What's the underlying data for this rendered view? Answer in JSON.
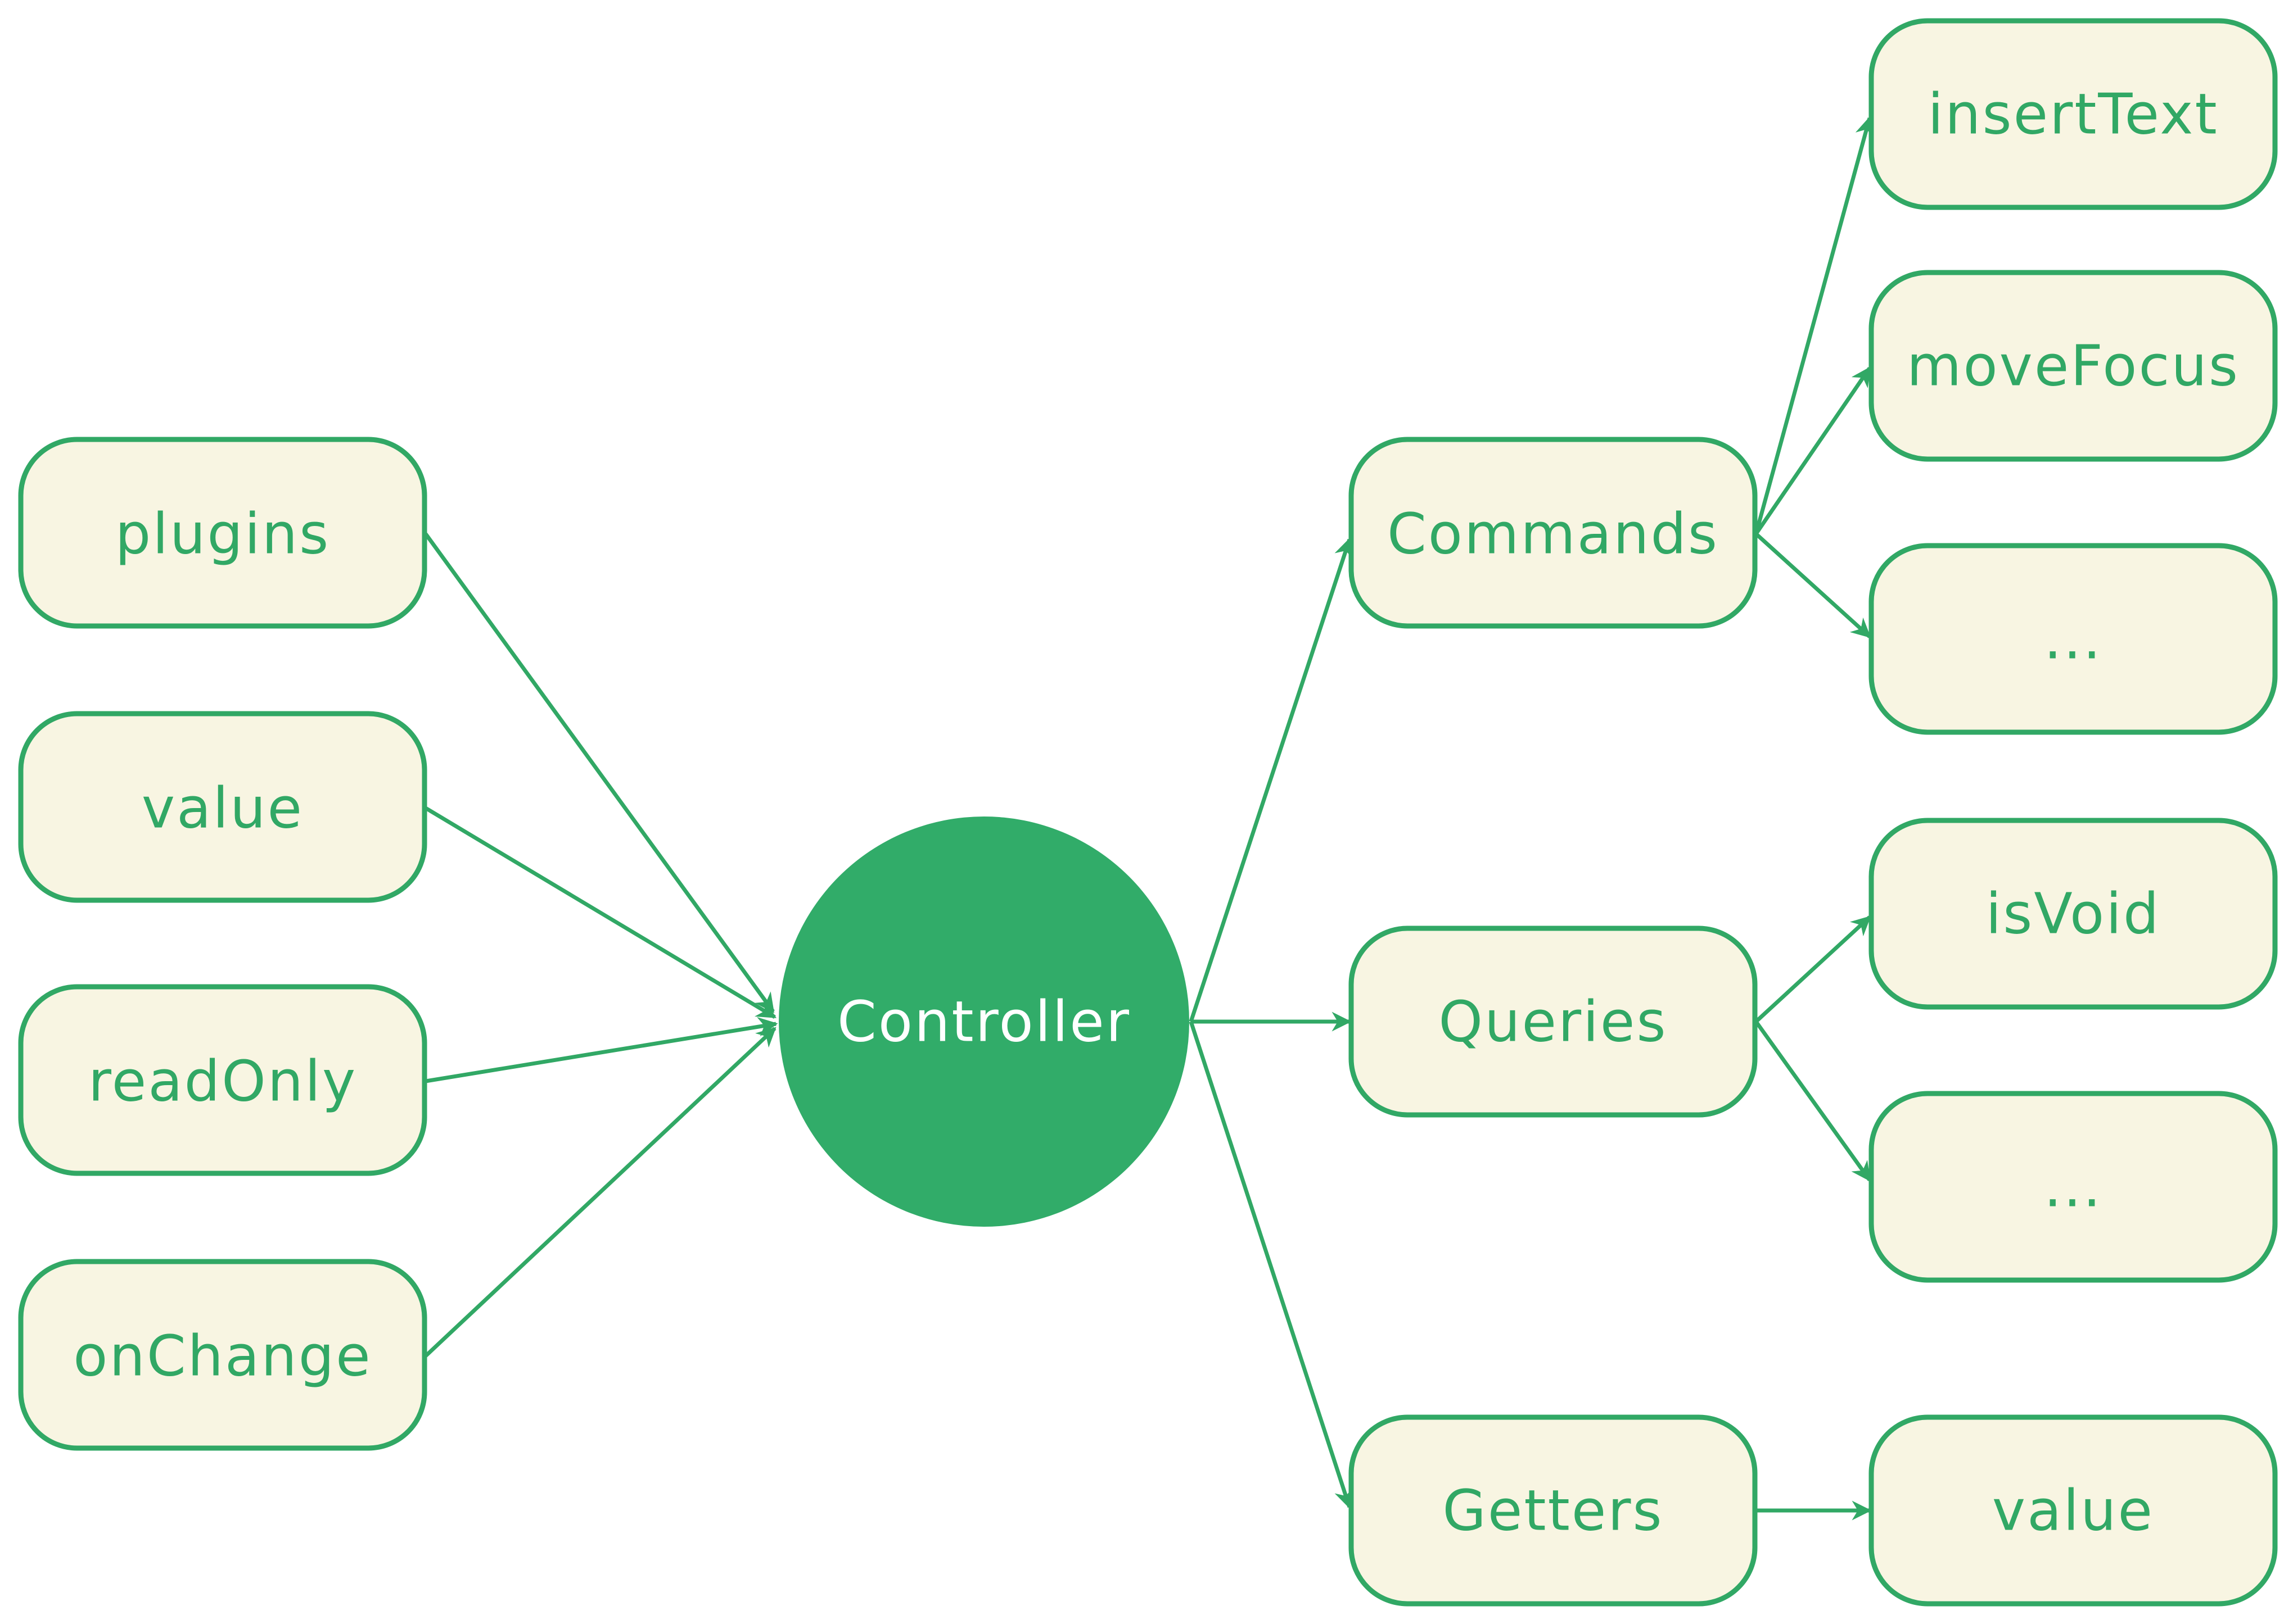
{
  "inputs": [
    {
      "id": "plugins",
      "label": "plugins"
    },
    {
      "id": "value",
      "label": "value"
    },
    {
      "id": "readonly",
      "label": "readOnly"
    },
    {
      "id": "onchange",
      "label": "onChange"
    }
  ],
  "center": {
    "label": "Controller"
  },
  "groups": [
    {
      "id": "commands",
      "label": "Commands"
    },
    {
      "id": "queries",
      "label": "Queries"
    },
    {
      "id": "getters",
      "label": "Getters"
    }
  ],
  "leaves": [
    {
      "id": "inserttext",
      "label": "insertText"
    },
    {
      "id": "movefocus",
      "label": "moveFocus"
    },
    {
      "id": "commands-more",
      "label": "..."
    },
    {
      "id": "isvoid",
      "label": "isVoid"
    },
    {
      "id": "queries-more",
      "label": "..."
    },
    {
      "id": "getters-value",
      "label": "value"
    }
  ],
  "colors": {
    "accent": "#31a865",
    "node_fill": "#f8f5e2",
    "center_fill": "#31ac69"
  }
}
